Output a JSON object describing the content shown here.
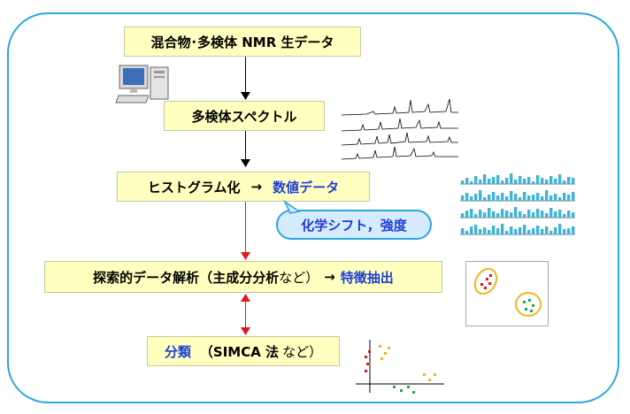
{
  "steps": {
    "raw": "混合物･多検体 NMR 生データ",
    "spectra": "多検体スペクトル",
    "hist_left": "ヒストグラム化",
    "hist_arrow": "→",
    "hist_right": "数値データ",
    "shift": "化学シフト，強度",
    "analysis_a": "探索的データ解析（",
    "analysis_b": "主成分分析",
    "analysis_c": "など）",
    "analysis_arrow": "→",
    "analysis_right": "特徴抽出",
    "classify_a": "分類",
    "classify_b": "（SIMCA 法",
    "classify_c": "など）"
  },
  "icons": [
    "computer-icon",
    "nmr-spectra-illustration",
    "histogram-illustration",
    "pca-scatter-illustration",
    "classification-scatter-illustration"
  ],
  "colors": {
    "frame": "#29a7e1",
    "box_fill": "#ffffbf",
    "accent_blue": "#1f3fd6",
    "arrow_red": "#e0191b",
    "cluster_red": "#e0191b",
    "cluster_green": "#22a84a",
    "cluster_orange": "#f0b323"
  }
}
